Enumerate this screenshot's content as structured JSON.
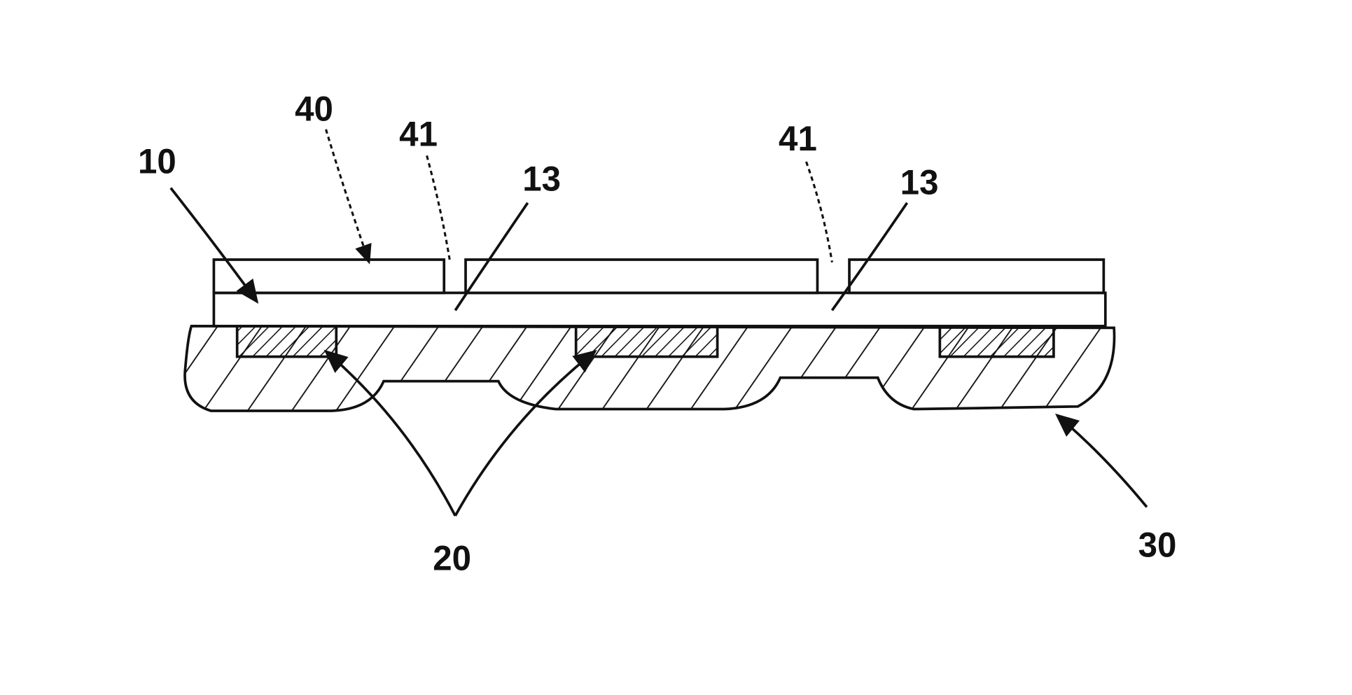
{
  "figure": {
    "labels": {
      "layer_40": "40",
      "opening_41_left": "41",
      "opening_41_right": "41",
      "layer_10": "10",
      "region_13_left": "13",
      "region_13_right": "13",
      "electrodes_20": "20",
      "layer_30": "30"
    },
    "colors": {
      "ink": "#111111",
      "background": "#ffffff"
    }
  }
}
